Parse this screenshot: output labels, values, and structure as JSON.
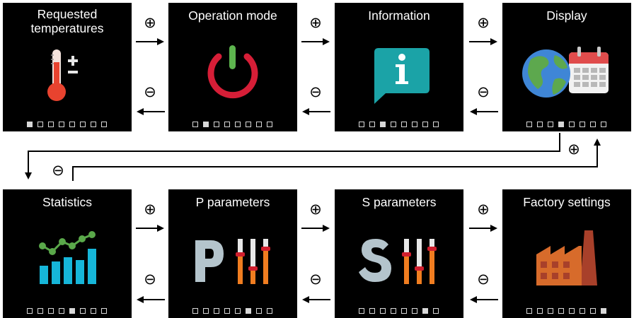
{
  "screens": [
    {
      "title": "Requested temperatures",
      "icon": "thermometer-plus-minus-icon",
      "page_index": 0
    },
    {
      "title": "Operation mode",
      "icon": "power-icon",
      "page_index": 1
    },
    {
      "title": "Information",
      "icon": "information-icon",
      "page_index": 2
    },
    {
      "title": "Display",
      "icon": "globe-calendar-icon",
      "page_index": 3
    },
    {
      "title": "Statistics",
      "icon": "statistics-chart-icon",
      "page_index": 4
    },
    {
      "title": "P parameters",
      "icon": "p-parameters-sliders-icon",
      "page_index": 5
    },
    {
      "title": "S parameters",
      "icon": "s-parameters-sliders-icon",
      "page_index": 6
    },
    {
      "title": "Factory settings",
      "icon": "factory-icon",
      "page_index": 7
    }
  ],
  "total_pages": 8,
  "navigation": {
    "next_symbol": "⊕",
    "prev_symbol": "⊖"
  },
  "colors": {
    "screen_bg": "#000000",
    "text": "#ffffff",
    "dot": "#d8d8d8",
    "arrow": "#000000"
  }
}
